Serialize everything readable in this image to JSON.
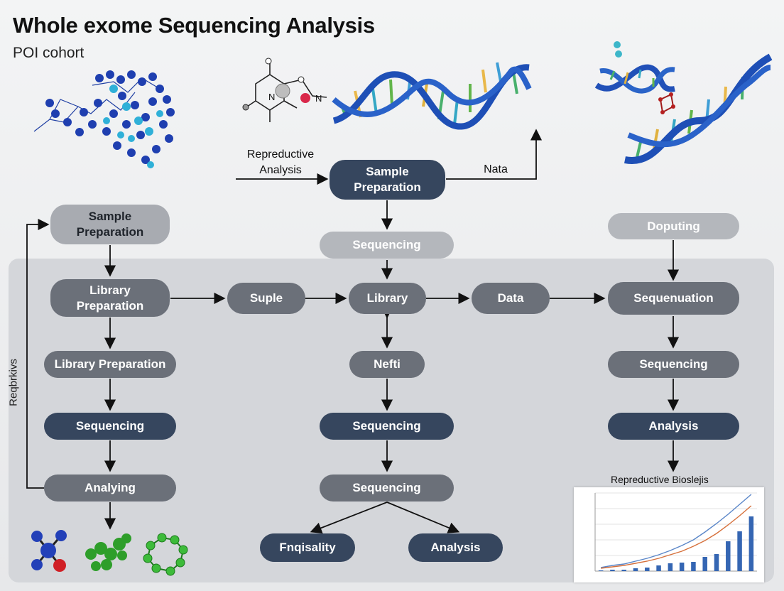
{
  "header": {
    "title": "Whole exome Sequencing Analysis",
    "subtitle": "POI cohort"
  },
  "top_flow": {
    "input_label": "Repreductive\nAnalysis",
    "center_node": "Sample\nPreparation",
    "output_label": "Nata",
    "sequencing_node": "Sequencing"
  },
  "left_column": {
    "nodes": [
      "Sample\nPreparation",
      "Library\nPreparation",
      "Library Preparation",
      "Sequencing",
      "Analying"
    ],
    "side_label": "Reqbrkivs"
  },
  "middle_row": {
    "nodes": [
      "Suple",
      "Library",
      "Data"
    ]
  },
  "center_column": {
    "nodes": [
      "Nefti",
      "Sequencing",
      "Sequencing"
    ],
    "outputs": [
      "Fnqisality",
      "Analysis"
    ]
  },
  "right_column": {
    "nodes": [
      "Doputing",
      "Sequenuation",
      "Sequencing",
      "Analysis"
    ]
  },
  "chart_data": {
    "type": "bar",
    "title": "Repreductive Bioslejis",
    "bar_values": [
      0.1,
      0.2,
      0.2,
      0.4,
      0.5,
      0.8,
      1.1,
      1.2,
      1.3,
      2.0,
      2.4,
      4.2,
      5.6,
      7.7
    ],
    "line_series_1": [
      0.5,
      0.8,
      1.0,
      1.4,
      1.8,
      2.3,
      2.9,
      3.6,
      4.4,
      5.5,
      6.7,
      8.0,
      9.4,
      10.8
    ],
    "line_series_2": [
      0.4,
      0.6,
      0.8,
      1.1,
      1.4,
      1.8,
      2.3,
      2.8,
      3.5,
      4.3,
      5.3,
      6.5,
      7.8,
      9.2
    ],
    "ylim": [
      0,
      11
    ],
    "colors": {
      "bars": "#3566b3",
      "line_1": "#5a86c8",
      "line_2": "#d6703b"
    }
  }
}
